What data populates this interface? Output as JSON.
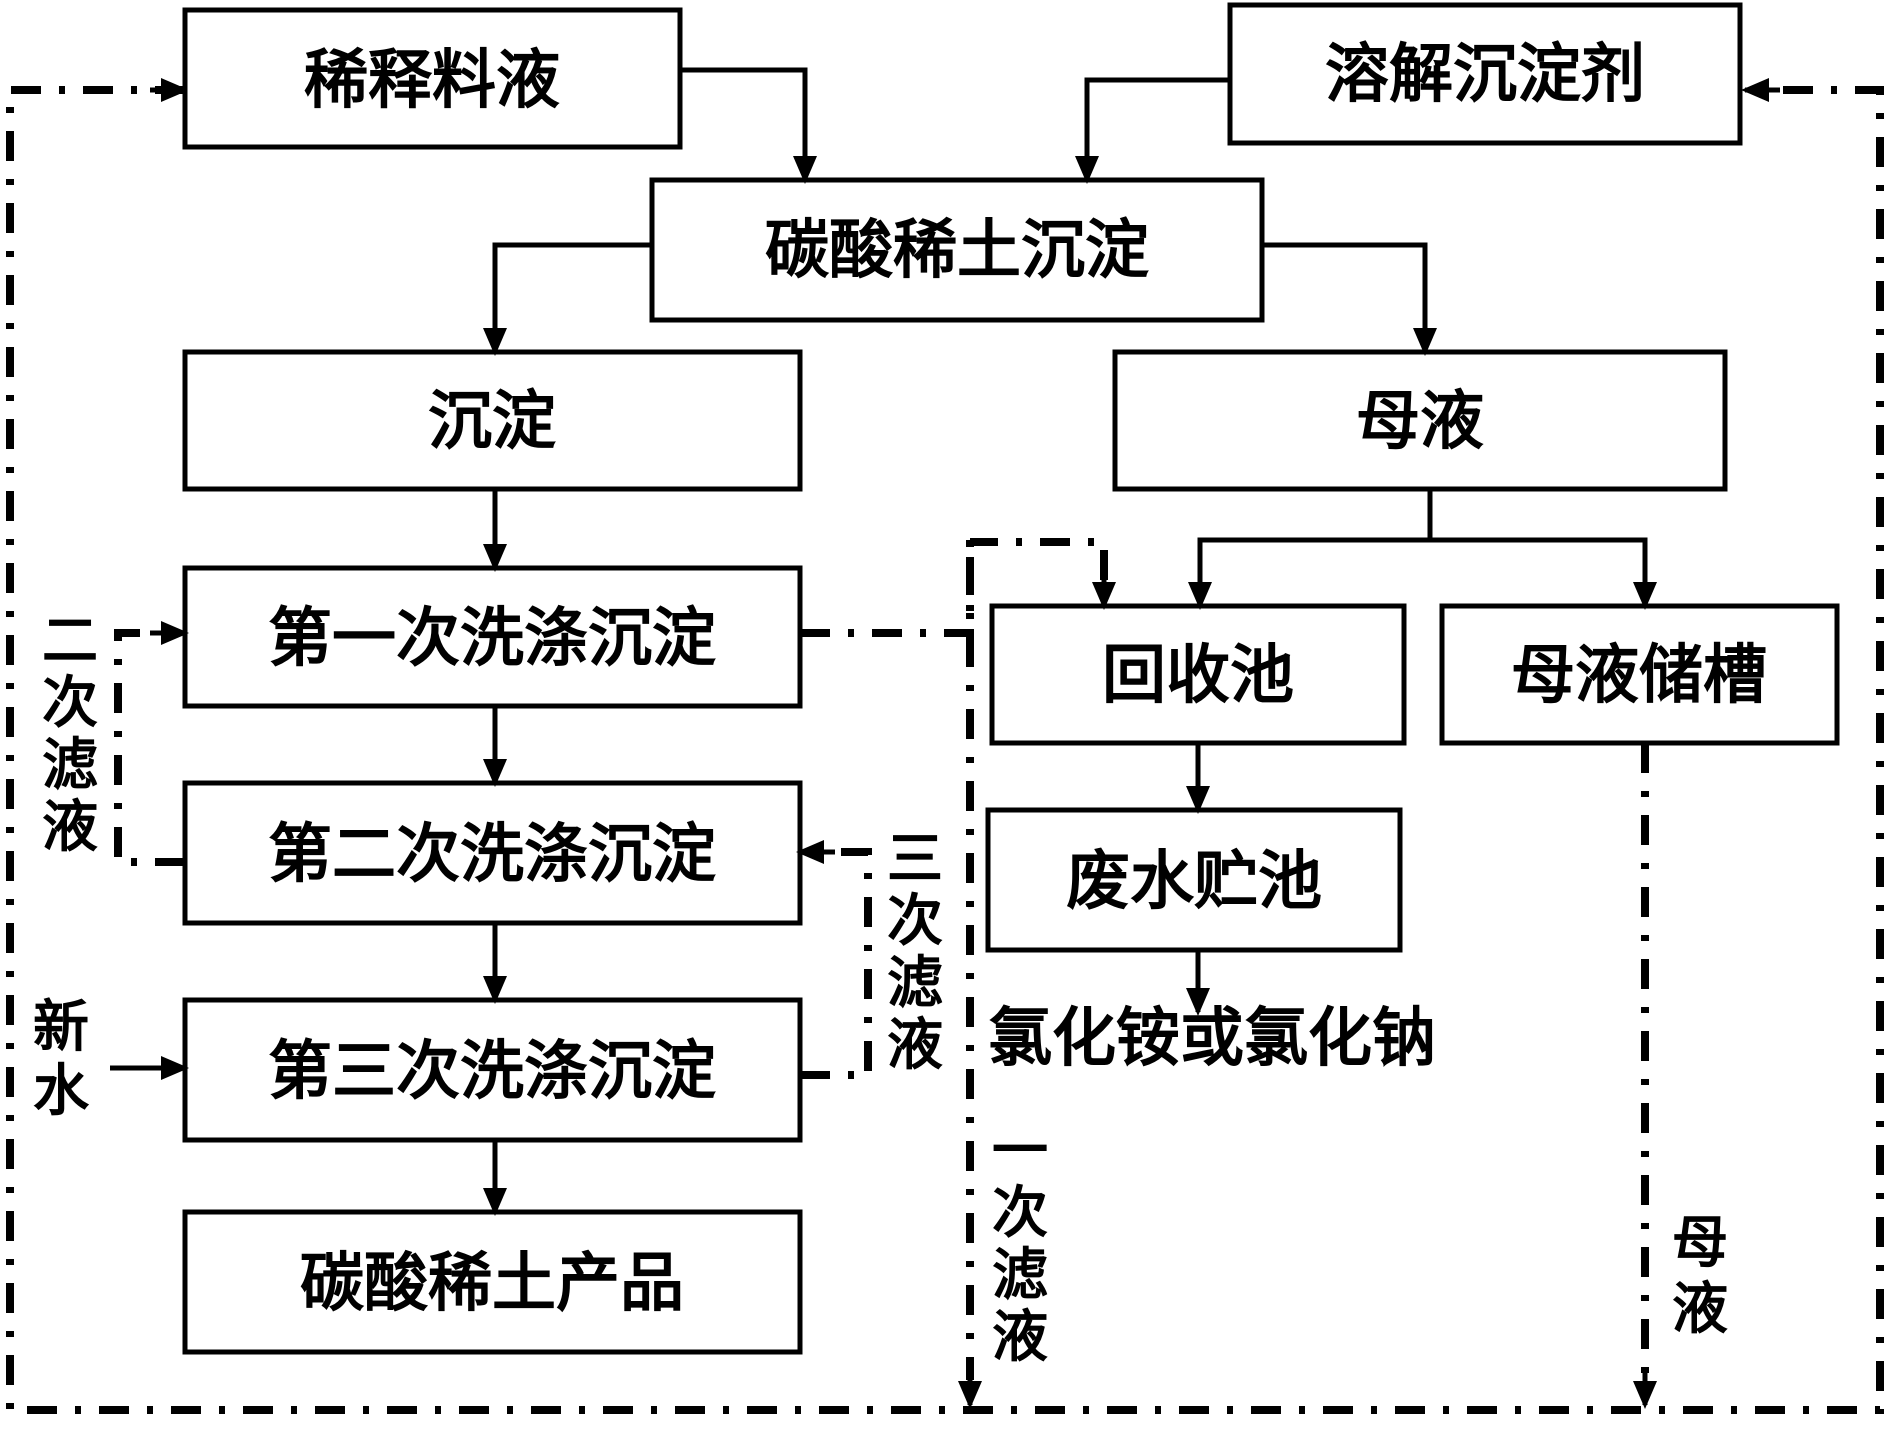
{
  "boxes": {
    "dilute_feed": "稀释料液",
    "dissolve_precipitant": "溶解沉淀剂",
    "re_carbonate_precipitation": "碳酸稀土沉淀",
    "precipitate": "沉淀",
    "mother_liquor": "母液",
    "wash_1": "第一次洗涤沉淀",
    "wash_2": "第二次洗涤沉淀",
    "wash_3": "第三次洗涤沉淀",
    "product": "碳酸稀土产品",
    "recovery_pool": "回收池",
    "mother_tank": "母液储槽",
    "wastewater_pool": "废水贮池"
  },
  "labels": {
    "chloride_output": "氯化铵或氯化钠",
    "second_filtrate": [
      "二",
      "次",
      "滤",
      "液"
    ],
    "third_filtrate": [
      "三",
      "次",
      "滤",
      "液"
    ],
    "first_filtrate": [
      "一",
      "次",
      "滤",
      "液"
    ],
    "fresh_water": [
      "新",
      "水"
    ],
    "mother_liquor_side": [
      "母",
      "液"
    ]
  }
}
